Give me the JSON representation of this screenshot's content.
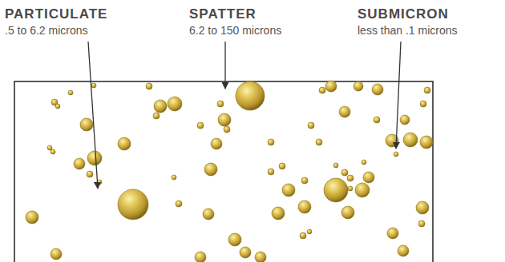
{
  "diagram": {
    "labels": [
      "PARTICULATE",
      ".5 to 6.2 microns",
      "SPATTER",
      "6.2 to 150 microns",
      "SUBMICRON",
      "less than .1 microns"
    ]
  }
}
